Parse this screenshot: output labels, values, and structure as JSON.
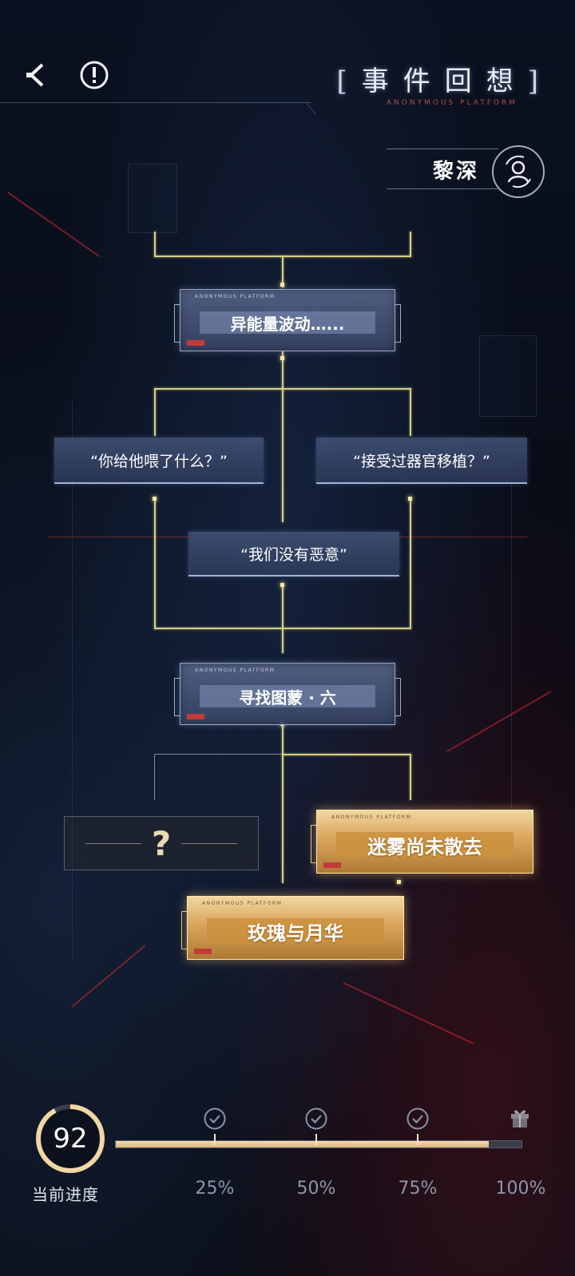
{
  "header": {
    "title": "事件回想",
    "subtitle": "ANONYMOUS PLATFORM"
  },
  "character": {
    "name": "黎深"
  },
  "nodes": {
    "n1": {
      "label": "异能量波动…...",
      "mini": "ANONYMOUS PLATFORM"
    },
    "q_left": {
      "label": "“你给他喂了什么？”"
    },
    "q_right": {
      "label": "“接受过器官移植？”"
    },
    "q_mid": {
      "label": "“我们没有恶意”"
    },
    "n2": {
      "label": "寻找图蒙 · 六",
      "mini": "ANONYMOUS PLATFORM"
    },
    "locked": {
      "label": "?"
    },
    "gold_right": {
      "label": "迷雾尚未散去",
      "mini": "ANONYMOUS PLATFORM"
    },
    "gold_mid": {
      "label": "玫瑰与月华",
      "mini": "ANONYMOUS PLATFORM"
    }
  },
  "progress": {
    "value": "92",
    "fraction": 0.92,
    "label": "当前进度",
    "milestones": [
      {
        "label": "25%",
        "fraction": 0.25,
        "claimed": true
      },
      {
        "label": "50%",
        "fraction": 0.5,
        "claimed": true
      },
      {
        "label": "75%",
        "fraction": 0.75,
        "claimed": true
      },
      {
        "label": "100%",
        "fraction": 1.0,
        "claimed": false
      }
    ]
  },
  "icons": {
    "back": "chevron-left-icon",
    "alert": "exclamation-circle-icon",
    "avatar": "user-switch-icon",
    "milestone": "check-circle-icon",
    "reward": "gift-icon"
  },
  "colors": {
    "accent_gold": "#d9a45c",
    "line": "#d8cf84",
    "node_blue": "#5a6a90"
  }
}
